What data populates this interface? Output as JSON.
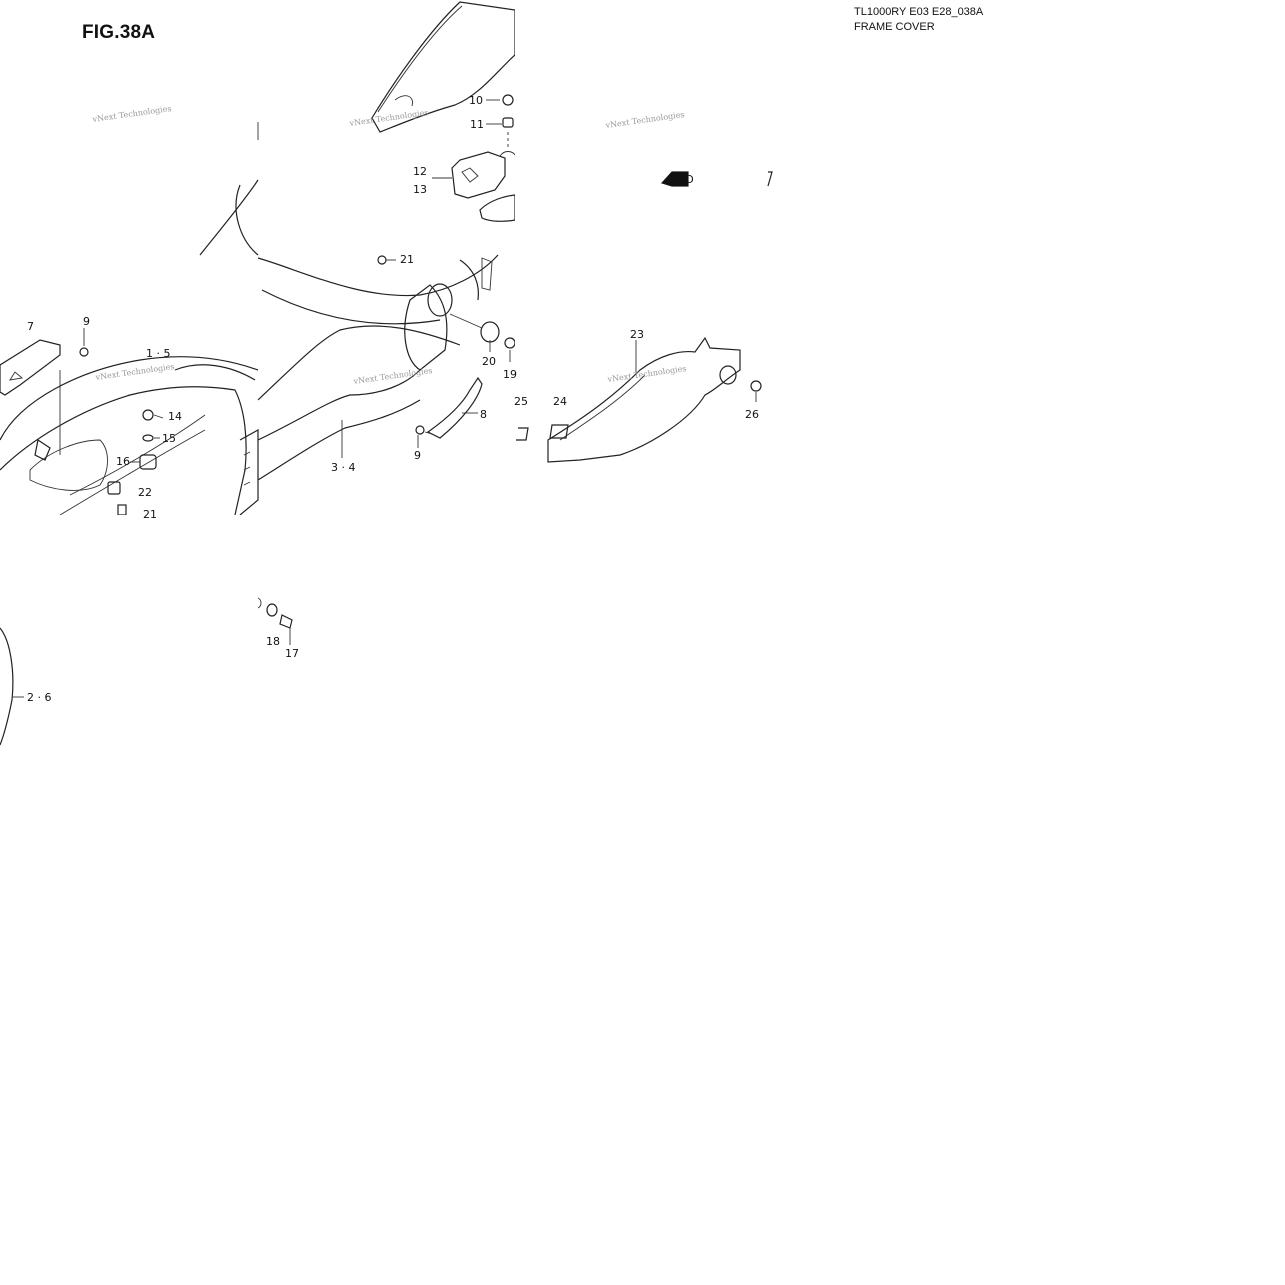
{
  "header": {
    "figure": "FIG.38A",
    "model_code": "TL1000RY E03 E28_038A",
    "section": "FRAME COVER"
  },
  "watermark": "vNext Technologies",
  "callouts": [
    {
      "id": "p10",
      "label": "10"
    },
    {
      "id": "p11",
      "label": "11"
    },
    {
      "id": "p12",
      "label": "12"
    },
    {
      "id": "p13",
      "label": "13"
    },
    {
      "id": "p21a",
      "label": "21"
    },
    {
      "id": "p7",
      "label": "7"
    },
    {
      "id": "p9a",
      "label": "9"
    },
    {
      "id": "p1_5",
      "label": "1 · 5"
    },
    {
      "id": "p14",
      "label": "14"
    },
    {
      "id": "p15",
      "label": "15"
    },
    {
      "id": "p16",
      "label": "16"
    },
    {
      "id": "p22",
      "label": "22"
    },
    {
      "id": "p21b",
      "label": "21"
    },
    {
      "id": "p20",
      "label": "20"
    },
    {
      "id": "p19",
      "label": "19"
    },
    {
      "id": "p8",
      "label": "8"
    },
    {
      "id": "p9b",
      "label": "9"
    },
    {
      "id": "p3_4",
      "label": "3 · 4"
    },
    {
      "id": "p23",
      "label": "23"
    },
    {
      "id": "p24",
      "label": "24"
    },
    {
      "id": "p25",
      "label": "25"
    },
    {
      "id": "p26",
      "label": "26"
    },
    {
      "id": "p18",
      "label": "18"
    },
    {
      "id": "p17",
      "label": "17"
    },
    {
      "id": "p2_6",
      "label": "2 · 6"
    }
  ],
  "front_arrow": "FWD"
}
